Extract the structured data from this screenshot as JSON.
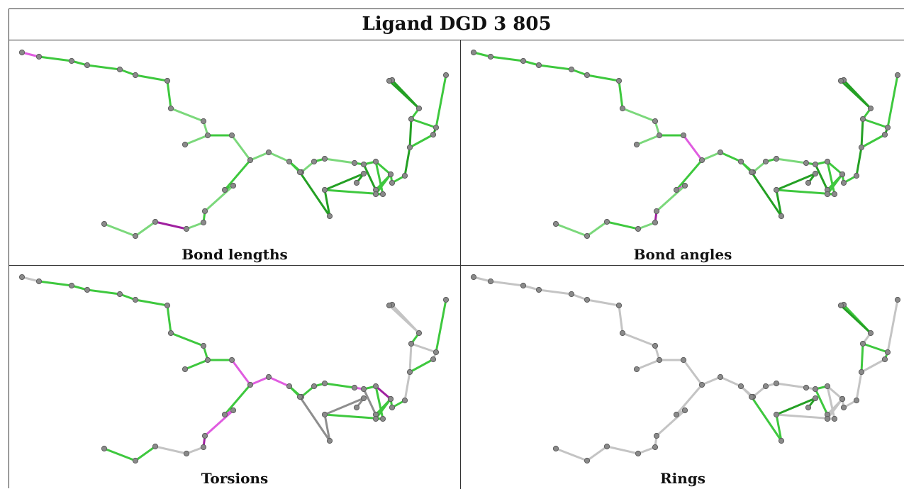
{
  "figure": {
    "title": "Ligand DGD 3 805",
    "colors": {
      "good": "#3ec83e",
      "light": "#7bd87b",
      "dark_good": "#24a024",
      "outlier": "#e05ce0",
      "dark_outlier": "#a020a0",
      "neutral": "#c4c4c4",
      "dark_neutral": "#8e8e8e",
      "atom": "#8a8a8a"
    },
    "panels": [
      {
        "caption": "Bond lengths",
        "bond_colors": {
          "purple": [
            [
              0,
              1
            ]
          ],
          "dpurple": [
            [
              27,
              28
            ]
          ],
          "light": [
            [
              7,
              8
            ],
            [
              8,
              9
            ],
            [
              9,
              10
            ],
            [
              10,
              11
            ],
            [
              11,
              12
            ],
            [
              12,
              13
            ],
            [
              13,
              14
            ],
            [
              13,
              16
            ],
            [
              16,
              15
            ],
            [
              15,
              17
            ],
            [
              17,
              18
            ],
            [
              26,
              27
            ],
            [
              28,
              29
            ],
            [
              29,
              30
            ],
            [
              30,
              31
            ],
            [
              31,
              32
            ],
            [
              24,
              25
            ]
          ],
          "dark": [
            [
              19,
              22
            ],
            [
              22,
              33
            ],
            [
              33,
              34
            ],
            [
              34,
              35
            ],
            [
              33,
              36
            ],
            [
              36,
              37
            ],
            [
              37,
              38
            ],
            [
              34,
              39
            ],
            [
              36,
              40
            ],
            [
              40,
              41
            ],
            [
              41,
              42
            ],
            [
              44,
              45
            ],
            [
              45,
              46
            ],
            [
              44,
              47
            ],
            [
              45,
              48
            ],
            [
              41,
              43
            ],
            [
              43,
              44
            ]
          ],
          "default": "good"
        }
      },
      {
        "caption": "Bond angles",
        "bond_colors": {
          "purple": [
            [
              11,
              12
            ],
            [
              11,
              14
            ],
            [
              23,
              24
            ]
          ],
          "dpurple": [
            [
              25,
              26
            ]
          ],
          "light": [
            [
              7,
              8
            ],
            [
              8,
              9
            ],
            [
              9,
              10
            ],
            [
              10,
              11
            ],
            [
              12,
              13
            ],
            [
              13,
              16
            ],
            [
              16,
              15
            ],
            [
              15,
              17
            ],
            [
              17,
              18
            ],
            [
              26,
              27
            ],
            [
              28,
              29
            ],
            [
              29,
              30
            ],
            [
              30,
              31
            ],
            [
              31,
              32
            ],
            [
              24,
              25
            ]
          ],
          "dark": [
            [
              19,
              22
            ],
            [
              22,
              33
            ],
            [
              33,
              34
            ],
            [
              34,
              35
            ],
            [
              33,
              36
            ],
            [
              36,
              37
            ],
            [
              37,
              38
            ],
            [
              34,
              39
            ],
            [
              36,
              40
            ],
            [
              40,
              41
            ],
            [
              41,
              42
            ],
            [
              44,
              45
            ],
            [
              45,
              46
            ],
            [
              44,
              47
            ],
            [
              45,
              48
            ],
            [
              41,
              43
            ],
            [
              43,
              44
            ]
          ],
          "default": "good"
        }
      },
      {
        "caption": "Torsions",
        "bond_colors": {
          "purple": [
            [
              11,
              12
            ],
            [
              12,
              13
            ],
            [
              13,
              14
            ],
            [
              13,
              16
            ],
            [
              16,
              23
            ],
            [
              23,
              24
            ],
            [
              24,
              25
            ],
            [
              18,
              19
            ]
          ],
          "dpurple": [
            [
              25,
              26
            ],
            [
              20,
              21
            ]
          ],
          "dgray": [
            [
              19,
              22
            ],
            [
              22,
              33
            ],
            [
              33,
              34
            ],
            [
              34,
              35
            ],
            [
              33,
              36
            ],
            [
              36,
              37
            ],
            [
              37,
              38
            ],
            [
              34,
              39
            ]
          ],
          "gray": [
            [
              0,
              1
            ],
            [
              26,
              27
            ],
            [
              27,
              28
            ],
            [
              38,
              40
            ],
            [
              40,
              41
            ],
            [
              41,
              42
            ],
            [
              42,
              43
            ],
            [
              43,
              44
            ],
            [
              45,
              46
            ],
            [
              44,
              47
            ],
            [
              45,
              48
            ],
            [
              36,
              40
            ],
            [
              44,
              45
            ],
            [
              31,
              32
            ],
            [
              30,
              31
            ]
          ],
          "default": "good"
        }
      },
      {
        "caption": "Rings",
        "bond_colors": {
          "good": [
            [
              19,
              22
            ],
            [
              22,
              33
            ],
            [
              33,
              34
            ],
            [
              34,
              35
            ],
            [
              35,
              20
            ],
            [
              20,
              19
            ],
            [
              41,
              42
            ],
            [
              42,
              43
            ],
            [
              43,
              44
            ],
            [
              44,
              45
            ],
            [
              45,
              46
            ],
            [
              46,
              41
            ]
          ],
          "dark": [
            [
              33,
              36
            ],
            [
              36,
              37
            ],
            [
              34,
              39
            ],
            [
              44,
              47
            ],
            [
              45,
              48
            ]
          ],
          "default": "neutral"
        }
      }
    ]
  }
}
